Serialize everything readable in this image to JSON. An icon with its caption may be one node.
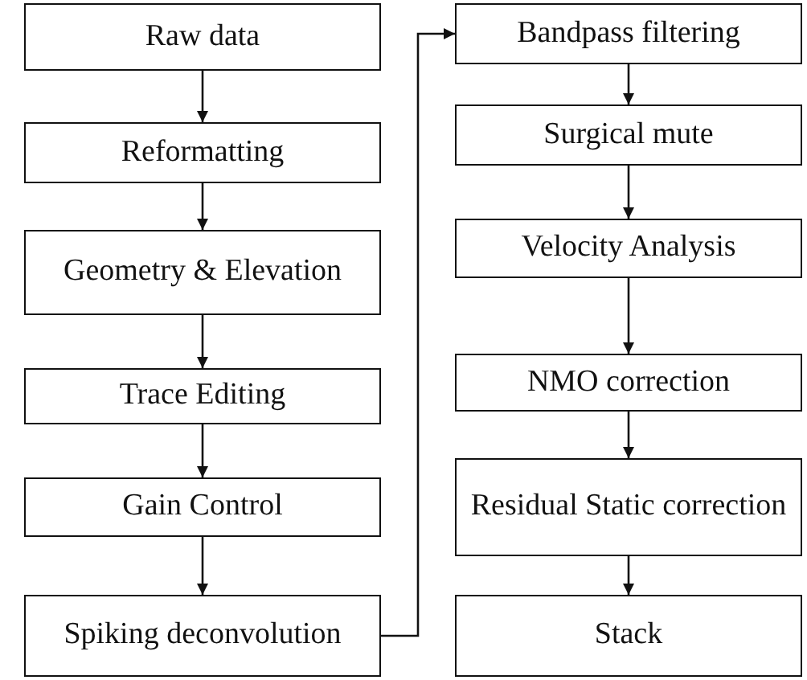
{
  "diagram": {
    "nodes": [
      {
        "text": [
          "Raw data"
        ]
      },
      {
        "text": [
          "Reformatting"
        ]
      },
      {
        "text": [
          "Geometry & Elevation"
        ]
      },
      {
        "text": [
          "Trace Editing"
        ]
      },
      {
        "text": [
          "Gain Control"
        ]
      },
      {
        "text": [
          "Spiking deconvolution"
        ]
      },
      {
        "text": [
          "Bandpass filtering"
        ]
      },
      {
        "text": [
          "Surgical mute"
        ]
      },
      {
        "text": [
          "Velocity Analysis"
        ]
      },
      {
        "text": [
          "NMO correction"
        ]
      },
      {
        "text": [
          "Residual Static correction"
        ]
      },
      {
        "text": [
          "Stack"
        ]
      }
    ],
    "edges": [
      {
        "from": 0,
        "to": 1,
        "arrow": "to"
      },
      {
        "from": 1,
        "to": 2,
        "arrow": "to"
      },
      {
        "from": 2,
        "to": 3,
        "arrow": "to"
      },
      {
        "from": 3,
        "to": 4,
        "arrow": "to"
      },
      {
        "from": 4,
        "to": 5,
        "arrow": "to"
      },
      {
        "from": 5,
        "to": 6,
        "arrow": "to"
      },
      {
        "from": 6,
        "to": 7,
        "arrow": "to"
      },
      {
        "from": 7,
        "to": 8,
        "arrow": "to"
      },
      {
        "from": 8,
        "to": 9,
        "arrow": "to"
      },
      {
        "from": 9,
        "to": 10,
        "arrow": "to"
      },
      {
        "from": 10,
        "to": 11,
        "arrow": "to"
      }
    ]
  }
}
